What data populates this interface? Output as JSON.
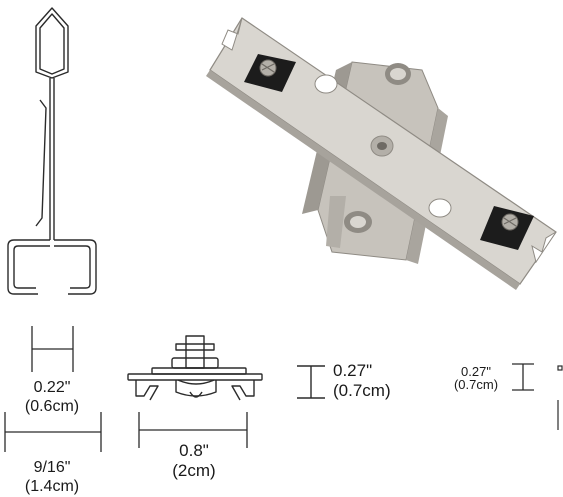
{
  "dimensions": {
    "slot_width": {
      "inch": "0.22\"",
      "cm": "(0.6cm)"
    },
    "rail_width": {
      "inch": "9/16\"",
      "cm": "(1.4cm)"
    },
    "clip_width": {
      "inch": "0.8\"",
      "cm": "(2cm)"
    },
    "clip_height": {
      "inch": "0.27\"",
      "cm": "(0.7cm)"
    },
    "side_height": {
      "inch": "0.27\"",
      "cm": "(0.7cm)"
    }
  },
  "colors": {
    "line": "#2b2b2b",
    "steel_light": "#d9d6d0",
    "steel_mid": "#bdb9b2",
    "steel_dark": "#8f8b84",
    "rubber": "#1c1c1c"
  }
}
